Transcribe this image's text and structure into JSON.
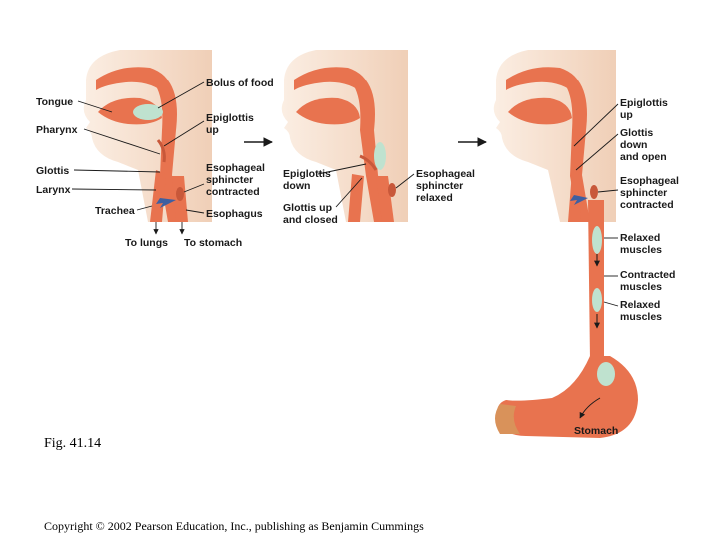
{
  "figure": {
    "panel1": {
      "labels": {
        "tongue": "Tongue",
        "pharynx": "Pharynx",
        "glottis": "Glottis",
        "larynx": "Larynx",
        "trachea": "Trachea",
        "bolus": "Bolus of food",
        "epiglottis_up": [
          "Epiglottis",
          "up"
        ],
        "sphincter_contracted": [
          "Esophageal",
          "sphincter",
          "contracted"
        ],
        "esophagus": "Esophagus",
        "to_lungs": "To lungs",
        "to_stomach": "To stomach"
      }
    },
    "panel2": {
      "labels": {
        "epiglottis_down": [
          "Epiglottis",
          "down"
        ],
        "glottis_up_closed": [
          "Glottis up",
          "and closed"
        ],
        "sphincter_relaxed": [
          "Esophageal",
          "sphincter",
          "relaxed"
        ]
      }
    },
    "panel3": {
      "labels": {
        "epiglottis_up": [
          "Epiglottis",
          "up"
        ],
        "glottis_down_open": [
          "Glottis",
          "down",
          "and open"
        ],
        "sphincter_contracted": [
          "Esophageal",
          "sphincter",
          "contracted"
        ],
        "relaxed_muscles_1": [
          "Relaxed",
          "muscles"
        ],
        "contracted_muscles": [
          "Contracted",
          "muscles"
        ],
        "relaxed_muscles_2": [
          "Relaxed",
          "muscles"
        ],
        "stomach": "Stomach"
      }
    },
    "caption": "Fig. 41.14",
    "copyright": "Copyright © 2002 Pearson Education, Inc., publishing as Benjamin Cummings",
    "colors": {
      "panel_bg": "#f2d7c2",
      "tissue": "#e8734f",
      "tissue_dark": "#c8583a",
      "bolus": "#bfe2cf",
      "arrow_blue": "#3f5fa0"
    }
  }
}
